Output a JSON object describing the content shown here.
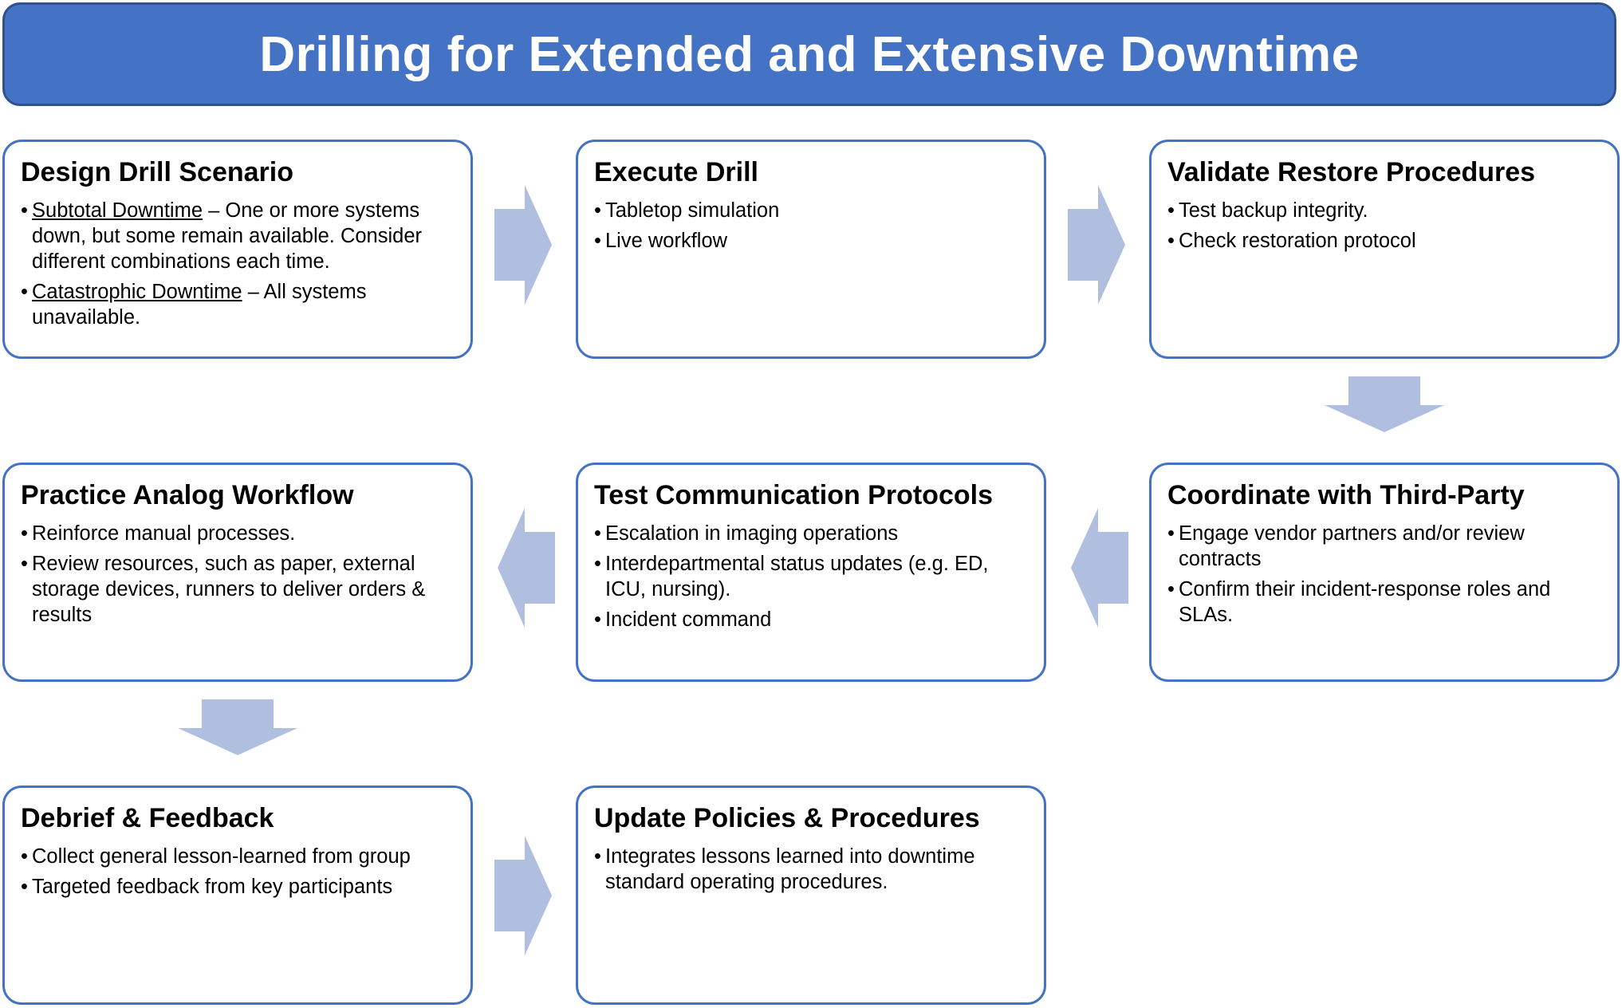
{
  "title": "Drilling for Extended and Extensive Downtime",
  "accent_color": "#4472c4",
  "arrow_color": "#b0bfe0",
  "boxes": [
    {
      "title": "Design Drill Scenario",
      "bullets": [
        {
          "term": "Subtotal Downtime",
          "text": " – One or more systems down, but some remain available. Consider different combinations each time."
        },
        {
          "term": "Catastrophic Downtime",
          "text": " – All systems unavailable."
        }
      ]
    },
    {
      "title": "Execute Drill",
      "bullets": [
        {
          "text": "Tabletop simulation"
        },
        {
          "text": "Live workflow"
        }
      ]
    },
    {
      "title": "Validate Restore Procedures",
      "bullets": [
        {
          "text": "Test backup integrity."
        },
        {
          "text": "Check restoration protocol"
        }
      ]
    },
    {
      "title": "Coordinate with Third-Party",
      "bullets": [
        {
          "text": "Engage vendor partners and/or review contracts"
        },
        {
          "text": "Confirm their incident-response roles and SLAs."
        }
      ]
    },
    {
      "title": "Test Communication Protocols",
      "bullets": [
        {
          "text": "Escalation in imaging operations"
        },
        {
          "text": "Interdepartmental status updates (e.g. ED, ICU, nursing)."
        },
        {
          "text": "Incident command"
        }
      ]
    },
    {
      "title": "Practice Analog Workflow",
      "bullets": [
        {
          "text": "Reinforce manual processes."
        },
        {
          "text": "Review resources, such as paper, external storage devices, runners to deliver orders & results"
        }
      ]
    },
    {
      "title": "Debrief & Feedback",
      "bullets": [
        {
          "text": "Collect general lesson-learned from group"
        },
        {
          "text": "Targeted feedback from key participants"
        }
      ]
    },
    {
      "title": "Update Policies & Procedures",
      "bullets": [
        {
          "text": "Integrates lessons learned into downtime standard operating procedures."
        }
      ]
    }
  ]
}
